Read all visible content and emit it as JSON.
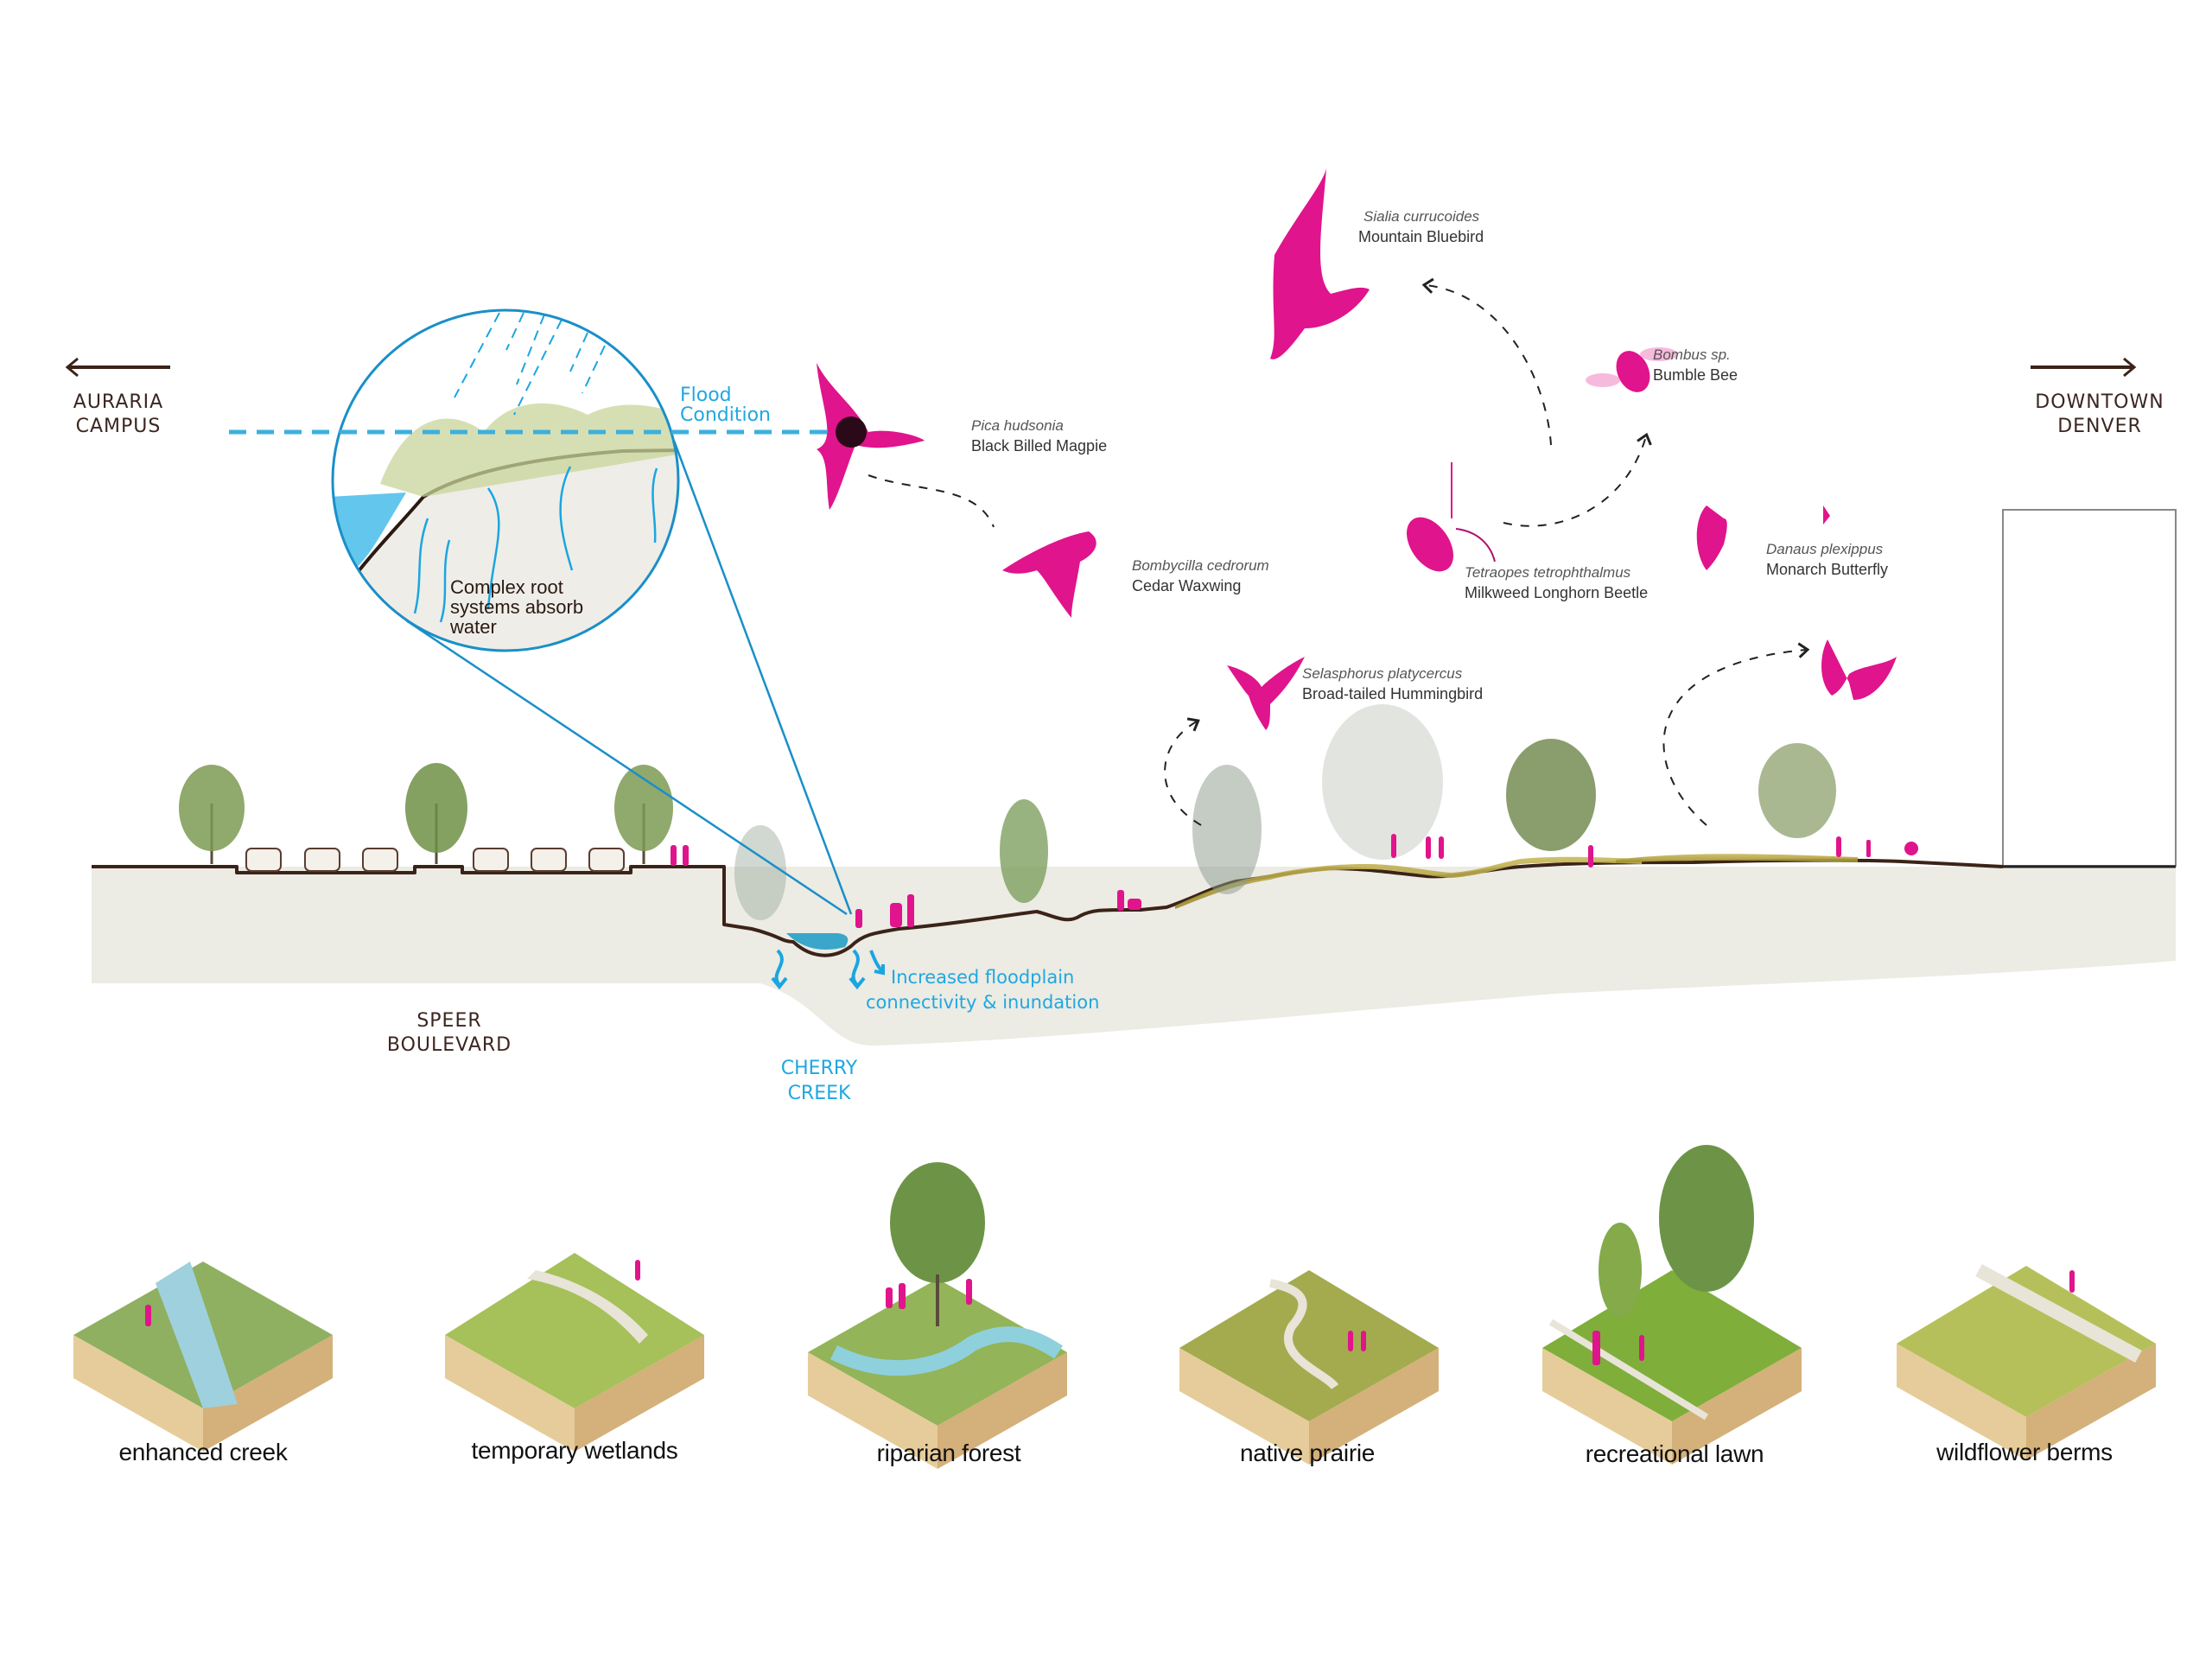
{
  "directions": {
    "left": {
      "label_line1": "AURARIA",
      "label_line2": "CAMPUS",
      "arrow": "arrow-left-icon"
    },
    "right": {
      "label_line1": "DOWNTOWN",
      "label_line2": "DENVER",
      "arrow": "arrow-right-icon"
    }
  },
  "callouts": {
    "flood_line1": "Flood",
    "flood_line2": "Condition",
    "roots_line1": "Complex root",
    "roots_line2": "systems absorb",
    "roots_line3": "water",
    "floodplain_line1": "Increased floodplain",
    "floodplain_line2": "connectivity & inundation"
  },
  "places": {
    "street_line1": "SPEER",
    "street_line2": "BOULEVARD",
    "creek_line1": "CHERRY",
    "creek_line2": "CREEK"
  },
  "species": [
    {
      "scientific": "Sialia currucoides",
      "common": "Mountain Bluebird",
      "icon": "bluebird-icon"
    },
    {
      "scientific": "Bombus sp.",
      "common": "Bumble Bee",
      "icon": "bee-icon"
    },
    {
      "scientific": "Pica hudsonia",
      "common": "Black Billed Magpie",
      "icon": "magpie-icon"
    },
    {
      "scientific": "Bombycilla cedrorum",
      "common": "Cedar Waxwing",
      "icon": "waxwing-icon"
    },
    {
      "scientific": "Tetraopes tetrophthalmus",
      "common": "Milkweed Longhorn Beetle",
      "icon": "beetle-icon"
    },
    {
      "scientific": "Danaus plexippus",
      "common": "Monarch Butterfly",
      "icon": "butterfly-icon"
    },
    {
      "scientific": "Selasphorus platycercus",
      "common": "Broad-tailed Hummingbird",
      "icon": "hummingbird-icon"
    }
  ],
  "habitats": [
    {
      "label": "enhanced creek"
    },
    {
      "label": "temporary wetlands"
    },
    {
      "label": "riparian forest"
    },
    {
      "label": "native prairie"
    },
    {
      "label": "recreational lawn"
    },
    {
      "label": "wildflower berms"
    }
  ],
  "colors": {
    "accent_pink": "#e0148c",
    "water_blue": "#1fa8e0",
    "ground_fill": "#ecebe4",
    "earth_line": "#3b2318",
    "text_brown": "#3b2620"
  }
}
